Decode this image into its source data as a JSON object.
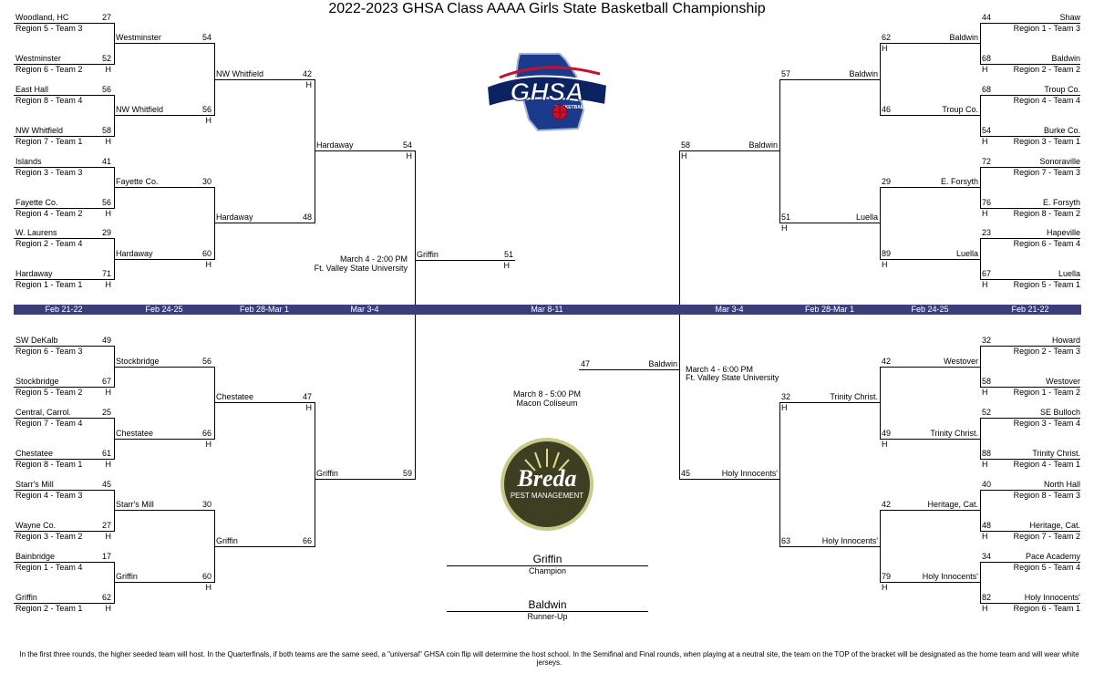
{
  "title": "2022-2023 GHSA Class AAAA Girls State Basketball Championship",
  "dates": [
    "Feb 21-22",
    "Feb 24-25",
    "Feb 28-Mar 1",
    "Mar 3-4",
    "Mar 8-11",
    "Mar 3-4",
    "Feb 28-Mar 1",
    "Feb 24-25",
    "Feb 21-22"
  ],
  "logos": {
    "ghsa_text": "GHSA",
    "ghsa_sub": "BASKETBALL",
    "breda_text": "Breda",
    "breda_sub": "PEST MANAGEMENT"
  },
  "colors": {
    "date_bar": "#3a3f7a",
    "ghsa_blue": "#1b3a8c",
    "ghsa_red": "#c8102e",
    "breda_dark": "#3d3f22",
    "breda_ring": "#c9c98a"
  },
  "side_labels": {
    "semi_left": [
      "March 4 - 2:00 PM",
      "Ft. Valley State University"
    ],
    "semi_right": [
      "March 4 - 6:00 PM",
      "Ft. Valley State University"
    ],
    "final": [
      "March 8 - 5:00 PM",
      "Macon Coliseum"
    ]
  },
  "champion": {
    "name": "Griffin",
    "label": "Champion"
  },
  "runner_up": {
    "name": "Baldwin",
    "label": "Runner-Up"
  },
  "footer": "In the first three rounds, the higher seeded team will host. In the Quarterfinals, if both teams are the same seed, a \"universal\" GHSA coin flip will determine the host school. In the Semifinal and Final rounds, when playing at a neutral site, the team on the TOP of the bracket will be designated as the home team and will wear white jerseys.",
  "left_top": {
    "r1": [
      {
        "name": "Woodland, HC",
        "seed": "Region 5 - Team 3",
        "score": "27",
        "home": ""
      },
      {
        "name": "Westminster",
        "seed": "Region 6 - Team 2",
        "score": "52",
        "home": "H"
      },
      {
        "name": "East Hall",
        "seed": "Region 8 - Team 4",
        "score": "56",
        "home": ""
      },
      {
        "name": "NW Whitfield",
        "seed": "Region 7 - Team 1",
        "score": "58",
        "home": "H"
      },
      {
        "name": "Islands",
        "seed": "Region 3 - Team 3",
        "score": "41",
        "home": ""
      },
      {
        "name": "Fayette Co.",
        "seed": "Region 4 - Team 2",
        "score": "56",
        "home": "H"
      },
      {
        "name": "W. Laurens",
        "seed": "Region 2 - Team 4",
        "score": "29",
        "home": ""
      },
      {
        "name": "Hardaway",
        "seed": "Region 1 - Team 1",
        "score": "71",
        "home": "H"
      }
    ],
    "r2": [
      {
        "name": "Westminster",
        "score": "54",
        "home": ""
      },
      {
        "name": "NW Whitfield",
        "score": "56",
        "home": "H"
      },
      {
        "name": "Fayette Co.",
        "score": "30",
        "home": ""
      },
      {
        "name": "Hardaway",
        "score": "60",
        "home": "H"
      }
    ],
    "r3": [
      {
        "name": "NW Whitfield",
        "score": "42",
        "home": "H"
      },
      {
        "name": "Hardaway",
        "score": "48",
        "home": ""
      }
    ],
    "r4": [
      {
        "name": "Hardaway",
        "score": "54",
        "home": "H"
      }
    ]
  },
  "left_bottom": {
    "r1": [
      {
        "name": "SW DeKalb",
        "seed": "Region 6 - Team 3",
        "score": "49",
        "home": ""
      },
      {
        "name": "Stockbridge",
        "seed": "Region 5 - Team 2",
        "score": "67",
        "home": "H"
      },
      {
        "name": "Central, Carrol.",
        "seed": "Region 7 - Team 4",
        "score": "25",
        "home": ""
      },
      {
        "name": "Chestatee",
        "seed": "Region 8 - Team 1",
        "score": "61",
        "home": "H"
      },
      {
        "name": "Starr's Mill",
        "seed": "Region 4 - Team 3",
        "score": "45",
        "home": ""
      },
      {
        "name": "Wayne Co.",
        "seed": "Region 3 - Team 2",
        "score": "27",
        "home": "H"
      },
      {
        "name": "Bainbridge",
        "seed": "Region 1 - Team 4",
        "score": "17",
        "home": ""
      },
      {
        "name": "Griffin",
        "seed": "Region 2 - Team 1",
        "score": "62",
        "home": "H"
      }
    ],
    "r2": [
      {
        "name": "Stockbridge",
        "score": "56",
        "home": ""
      },
      {
        "name": "Chestatee",
        "score": "66",
        "home": "H"
      },
      {
        "name": "Starr's Mill",
        "score": "30",
        "home": ""
      },
      {
        "name": "Griffin",
        "score": "60",
        "home": "H"
      }
    ],
    "r3": [
      {
        "name": "Chestatee",
        "score": "47",
        "home": "H"
      },
      {
        "name": "Griffin",
        "score": "66",
        "home": ""
      }
    ],
    "r4": [
      {
        "name": "Griffin",
        "score": "59",
        "home": ""
      }
    ]
  },
  "right_top": {
    "r1": [
      {
        "name": "Shaw",
        "seed": "Region 1 - Team 3",
        "score": "44",
        "home": ""
      },
      {
        "name": "Baldwin",
        "seed": "Region 2 - Team 2",
        "score": "68",
        "home": "H"
      },
      {
        "name": "Troup Co.",
        "seed": "Region 4 - Team 4",
        "score": "68",
        "home": ""
      },
      {
        "name": "Burke Co.",
        "seed": "Region 3 - Team 1",
        "score": "54",
        "home": "H"
      },
      {
        "name": "Sonoraville",
        "seed": "Region 7 - Team 3",
        "score": "72",
        "home": ""
      },
      {
        "name": "E. Forsyth",
        "seed": "Region 8 - Team 2",
        "score": "76",
        "home": "H"
      },
      {
        "name": "Hapeville",
        "seed": "Region 6 - Team 4",
        "score": "23",
        "home": ""
      },
      {
        "name": "Luella",
        "seed": "Region 5 - Team 1",
        "score": "67",
        "home": "H"
      }
    ],
    "r2": [
      {
        "name": "Baldwin",
        "score": "62",
        "home": "H"
      },
      {
        "name": "Troup Co.",
        "score": "46",
        "home": ""
      },
      {
        "name": "E. Forsyth",
        "score": "29",
        "home": ""
      },
      {
        "name": "Luella",
        "score": "89",
        "home": "H"
      }
    ],
    "r3": [
      {
        "name": "Baldwin",
        "score": "57",
        "home": ""
      },
      {
        "name": "Luella",
        "score": "51",
        "home": "H"
      }
    ],
    "r4": [
      {
        "name": "Baldwin",
        "score": "58",
        "home": "H"
      }
    ]
  },
  "right_bottom": {
    "r1": [
      {
        "name": "Howard",
        "seed": "Region 2 - Team 3",
        "score": "32",
        "home": ""
      },
      {
        "name": "Westover",
        "seed": "Region 1 - Team 2",
        "score": "58",
        "home": "H"
      },
      {
        "name": "SE Bulloch",
        "seed": "Region 3 - Team 4",
        "score": "52",
        "home": ""
      },
      {
        "name": "Trinity Christ.",
        "seed": "Region 4 - Team 1",
        "score": "88",
        "home": "H"
      },
      {
        "name": "North Hall",
        "seed": "Region 8 - Team 3",
        "score": "40",
        "home": ""
      },
      {
        "name": "Heritage, Cat.",
        "seed": "Region 7 - Team 2",
        "score": "48",
        "home": "H"
      },
      {
        "name": "Pace Academy",
        "seed": "Region 5 - Team 4",
        "score": "34",
        "home": ""
      },
      {
        "name": "Holy Innocents'",
        "seed": "Region 6 - Team 1",
        "score": "82",
        "home": "H"
      }
    ],
    "r2": [
      {
        "name": "Westover",
        "score": "42",
        "home": ""
      },
      {
        "name": "Trinity Christ.",
        "score": "49",
        "home": "H"
      },
      {
        "name": "Heritage, Cat.",
        "score": "42",
        "home": ""
      },
      {
        "name": "Holy Innocents'",
        "score": "79",
        "home": "H"
      }
    ],
    "r3": [
      {
        "name": "Trinity Christ.",
        "score": "32",
        "home": "H"
      },
      {
        "name": "Holy Innocents'",
        "score": "63",
        "home": ""
      }
    ],
    "r4": [
      {
        "name": "Holy Innocents'",
        "score": "45",
        "home": ""
      }
    ]
  },
  "final_left": {
    "name": "Griffin",
    "score": "51",
    "home": "H"
  },
  "final_right": {
    "name": "Baldwin",
    "score": "47",
    "home": ""
  }
}
